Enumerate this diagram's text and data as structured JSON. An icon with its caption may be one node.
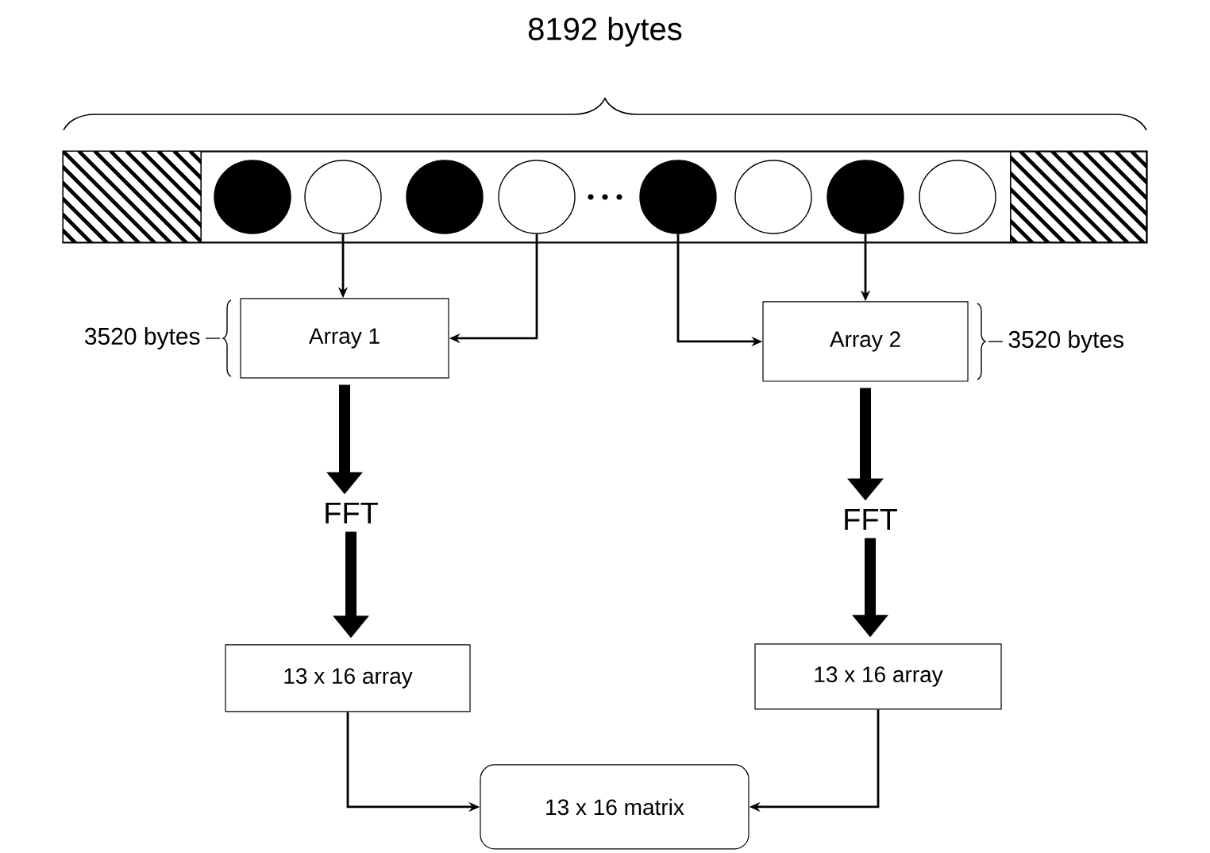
{
  "diagram": {
    "nodes": [
      {
        "text": [],
        "shape": "bar"
      },
      {
        "text": [],
        "shape": "circle",
        "in": 0
      },
      {
        "text": [],
        "shape": "circle",
        "in": 0
      },
      {
        "text": [],
        "shape": "circle",
        "in": 0
      },
      {
        "text": [],
        "shape": "circle",
        "in": 0
      },
      {
        "text": [],
        "shape": "circle",
        "in": 0
      },
      {
        "text": [],
        "shape": "circle",
        "in": 0
      },
      {
        "text": [],
        "shape": "circle",
        "in": 0
      },
      {
        "text": [],
        "shape": "circle",
        "in": 0
      },
      {
        "text": [
          "Array 1"
        ],
        "beside": [
          "3520 bytes"
        ]
      },
      {
        "text": [
          "Array 2"
        ],
        "beside": [
          "3520 bytes"
        ]
      },
      {
        "text": [
          "FFT"
        ]
      },
      {
        "text": [
          "FFT"
        ]
      },
      {
        "text": [
          "13 x 16 array"
        ]
      },
      {
        "text": [
          "13 x 16 array"
        ]
      },
      {
        "text": [
          "13 x 16 matrix"
        ]
      }
    ],
    "edges": [
      {
        "from": 2,
        "to": 9,
        "arrow": "to"
      },
      {
        "from": 4,
        "to": 9,
        "arrow": "to"
      },
      {
        "from": 5,
        "to": 10,
        "arrow": "to"
      },
      {
        "from": 7,
        "to": 10,
        "arrow": "to"
      },
      {
        "from": 9,
        "to": 11,
        "arrow": "to",
        "style": "thick"
      },
      {
        "from": 11,
        "to": 13,
        "arrow": "to",
        "style": "thick"
      },
      {
        "from": 10,
        "to": 12,
        "arrow": "to",
        "style": "thick"
      },
      {
        "from": 12,
        "to": 14,
        "arrow": "to",
        "style": "thick"
      },
      {
        "from": 13,
        "to": 15,
        "arrow": "to"
      },
      {
        "from": 14,
        "to": 15,
        "arrow": "to"
      }
    ],
    "labels": [
      "8192 bytes"
    ]
  }
}
